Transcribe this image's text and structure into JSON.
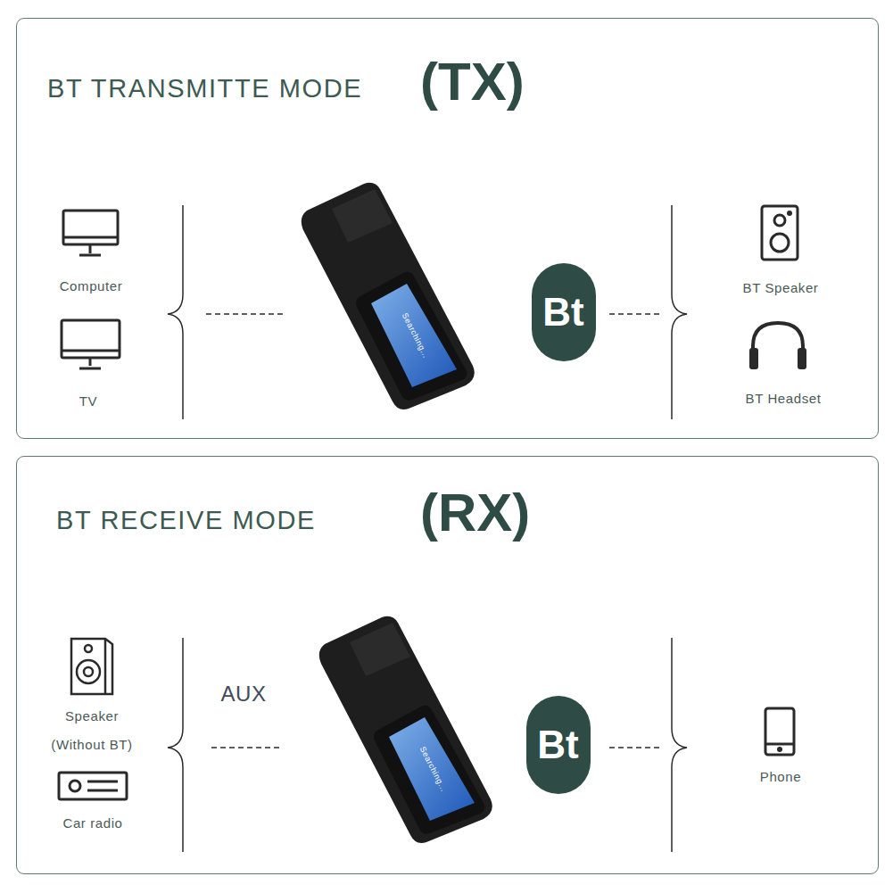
{
  "diagram": {
    "nodes": [
      {
        "text": [
          "BT TRANSMITTE MODE",
          "(TX)"
        ]
      },
      {
        "text": [
          "Bt"
        ],
        "in": 0
      },
      {
        "text": [
          "BT RECEIVE MODE",
          "(RX)"
        ]
      },
      {
        "text": [
          "Bt"
        ],
        "in": 2
      }
    ],
    "labels": [
      "Computer",
      "TV",
      "Searching...",
      "BT Speaker",
      "BT Headset",
      "Speaker (Without BT)",
      "Car radio",
      "AUX",
      "Searching...",
      "Phone"
    ]
  }
}
